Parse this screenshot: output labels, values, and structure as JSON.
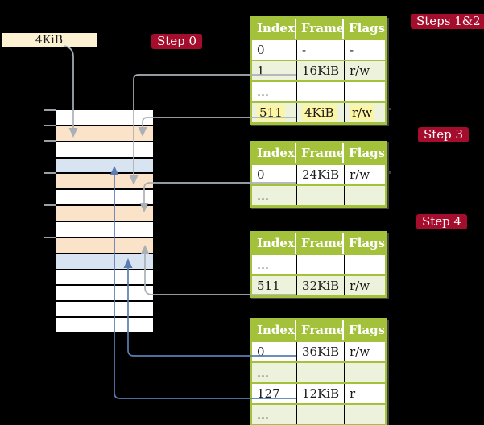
{
  "labels": {
    "frame_size_box": "4KiB",
    "step0": "Step 0",
    "steps12": "Steps 1&2",
    "step3": "Step 3",
    "step4": "Step 4"
  },
  "tables": [
    {
      "name": "table-steps-1-2",
      "headers": [
        "Index",
        "Frame",
        "Flags"
      ],
      "rows": [
        {
          "cells": [
            "0",
            "-",
            "-"
          ],
          "highlight": false
        },
        {
          "cells": [
            "1",
            "16KiB",
            "r/w"
          ],
          "highlight": false
        },
        {
          "cells": [
            "…",
            "",
            ""
          ],
          "highlight": false
        },
        {
          "cells": [
            "511",
            "4KiB",
            "r/w"
          ],
          "highlight": true
        }
      ]
    },
    {
      "name": "table-step-3",
      "headers": [
        "Index",
        "Frame",
        "Flags"
      ],
      "rows": [
        {
          "cells": [
            "0",
            "24KiB",
            "r/w"
          ],
          "highlight": false
        },
        {
          "cells": [
            "…",
            "",
            ""
          ],
          "highlight": false
        }
      ]
    },
    {
      "name": "table-step-4",
      "headers": [
        "Index",
        "Frame",
        "Flags"
      ],
      "rows": [
        {
          "cells": [
            "…",
            "",
            ""
          ],
          "highlight": false
        },
        {
          "cells": [
            "511",
            "32KiB",
            "r/w"
          ],
          "highlight": false
        }
      ]
    },
    {
      "name": "table-final-level",
      "headers": [
        "Index",
        "Frame",
        "Flags"
      ],
      "rows": [
        {
          "cells": [
            "0",
            "36KiB",
            "r/w"
          ],
          "highlight": false
        },
        {
          "cells": [
            "…",
            "",
            ""
          ],
          "highlight": false
        },
        {
          "cells": [
            "127",
            "12KiB",
            "r"
          ],
          "highlight": false
        },
        {
          "cells": [
            "…",
            "",
            ""
          ],
          "highlight": false
        }
      ]
    }
  ],
  "memory": {
    "rows": [
      {
        "type": "white"
      },
      {
        "type": "orange"
      },
      {
        "type": "white"
      },
      {
        "type": "blue"
      },
      {
        "type": "orange"
      },
      {
        "type": "white"
      },
      {
        "type": "orange"
      },
      {
        "type": "white"
      },
      {
        "type": "orange"
      },
      {
        "type": "blue"
      },
      {
        "type": "white"
      },
      {
        "type": "white"
      },
      {
        "type": "white"
      },
      {
        "type": "white"
      }
    ]
  },
  "colors": {
    "background": "#000000",
    "table_header_green": "#a3c13a",
    "table_row_green": "#edf2dc",
    "memory_frame_orange": "#fbe3c9",
    "memory_frame_blue": "#d8e4f1",
    "step_label_red": "#a50d2d",
    "frame_box_cream": "#fcf1d1",
    "highlight_yellow": "#fcf6a4",
    "gray_arrow": "#aab0b6",
    "blue_arrow": "#5b7db1"
  }
}
